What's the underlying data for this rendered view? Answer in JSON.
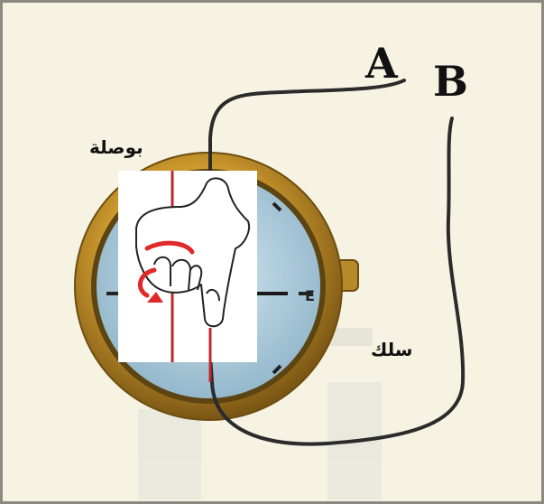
{
  "labels": {
    "terminal_a": "A",
    "terminal_b": "B",
    "compass": "بوصلة",
    "wire": "سلك"
  },
  "colors": {
    "background": "#f6f3e3",
    "frame": "#8a8a82",
    "compass_rim": "#c9962c",
    "compass_face": "#a9c9da",
    "wire": "#2b2b2b",
    "conductor": "#c0282d",
    "rotation_arrow": "#e02a2a"
  },
  "icons": [
    "compass-icon",
    "right-hand-rule-icon",
    "curl-arrow-icon"
  ]
}
